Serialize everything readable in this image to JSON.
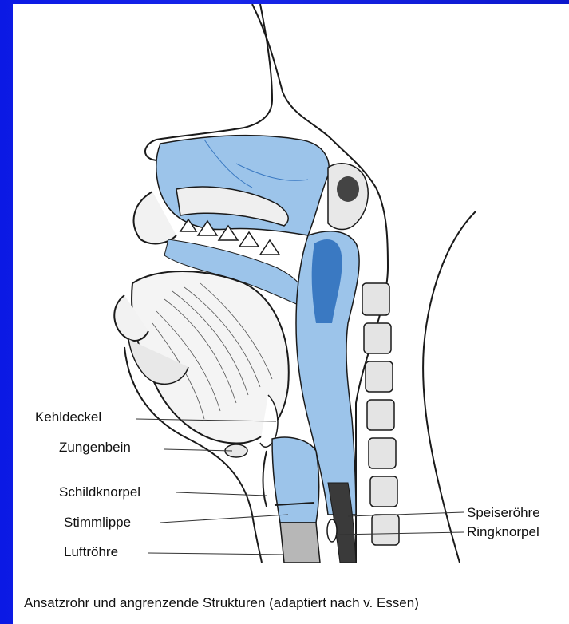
{
  "labels": {
    "kehldeckel": "Kehldeckel",
    "zungenbein": "Zungenbein",
    "schildknorpel": "Schildknorpel",
    "stimmlippe": "Stimmlippe",
    "luftroehre": "Luftröhre",
    "speiseroehre": "Speiseröhre",
    "ringknorpel": "Ringknorpel"
  },
  "caption": "Ansatzrohr und angrenzende Strukturen (adaptiert nach v. Essen)",
  "colors": {
    "frame": "#0b19e4",
    "cavity_fill": "#9cc4ea",
    "cavity_dark": "#3a79c2",
    "line": "#1a1a1a"
  }
}
